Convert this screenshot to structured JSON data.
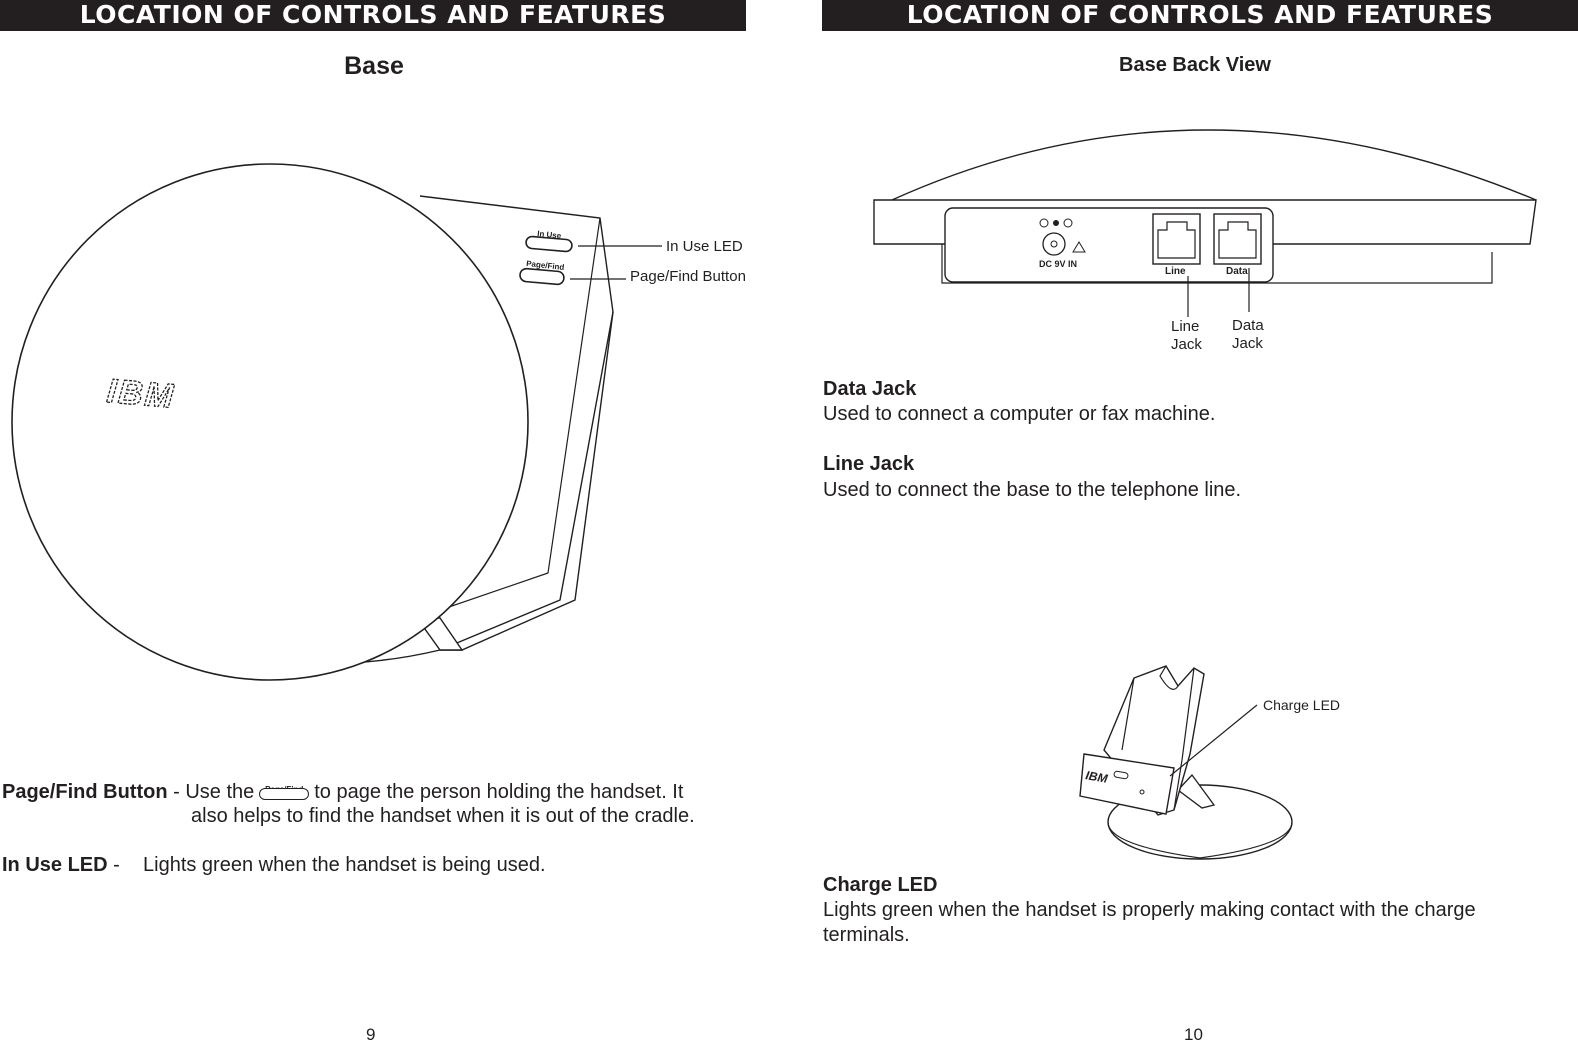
{
  "left_page": {
    "header": "LOCATION OF CONTROLS AND FEATURES",
    "section_title": "Base",
    "diagram": {
      "logo_text": "IBM",
      "button_label_in_use": "In Use",
      "button_label_page_find": "Page/Find",
      "callout_in_use_led": "In Use LED",
      "callout_page_find_button": "Page/Find Button"
    },
    "descriptions": {
      "page_find_term": "Page/Find Button",
      "page_find_sep": " - Use the",
      "page_find_inline_button": "Page/Find",
      "page_find_text_1": "to page the person holding the handset.  It",
      "page_find_text_2": "also helps to find the handset when it is out of the cradle.",
      "in_use_term": "In Use LED",
      "in_use_sep": " -",
      "in_use_text": "Lights green when the handset is being used."
    },
    "page_number": "9"
  },
  "right_page": {
    "header": "LOCATION OF CONTROLS AND FEATURES",
    "section_title": "Base Back View",
    "back_view": {
      "dc_label": "DC 9V IN",
      "line_port_label": "Line",
      "data_port_label": "Data",
      "callout_line_jack_1": "Line",
      "callout_line_jack_2": "Jack",
      "callout_data_jack_1": "Data",
      "callout_data_jack_2": "Jack"
    },
    "data_jack": {
      "term": "Data Jack",
      "text": "Used to connect a computer or fax machine."
    },
    "line_jack": {
      "term": "Line Jack",
      "text": "Used to connect the base to the telephone line."
    },
    "charger": {
      "logo_text": "IBM",
      "callout_charge_led": "Charge LED"
    },
    "charge_led": {
      "term": "Charge LED",
      "text_1": "Lights green when the handset is properly making contact with the charge",
      "text_2": "terminals."
    },
    "page_number": "10"
  }
}
